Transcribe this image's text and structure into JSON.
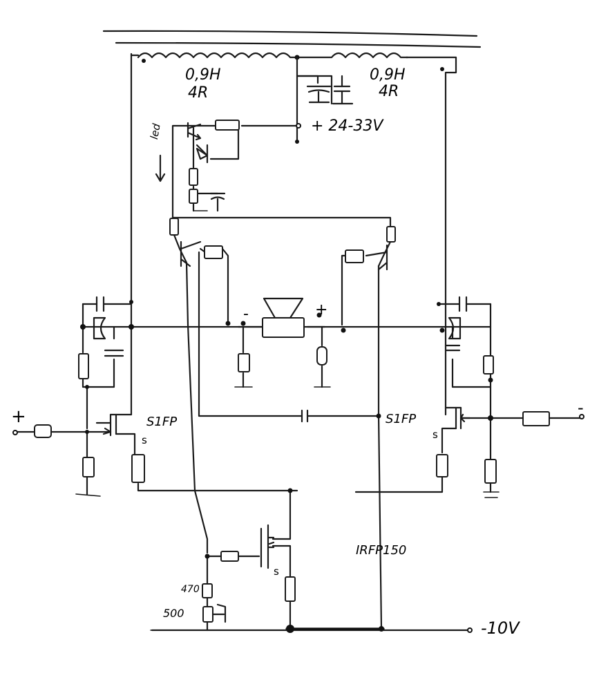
{
  "labels": {
    "coil_left_value": "0,9H",
    "coil_left_res": "4R",
    "coil_right_value": "0,9H",
    "coil_right_res": "4R",
    "supply_positive": "+ 24-33V",
    "supply_negative": "-10V",
    "led": "led",
    "speaker_minus": "-",
    "speaker_plus": "+",
    "input_plus": "+",
    "input_minus": "-",
    "left_fet": "S1FP",
    "right_fet": "S1FP",
    "source_left": "s",
    "source_right": "s",
    "source_bottom": "s",
    "mosfet": "IRFP150",
    "r_470": "470",
    "r_500": "500"
  },
  "colors": {
    "ink": "#1a1a1a",
    "paper": "#ffffff"
  }
}
